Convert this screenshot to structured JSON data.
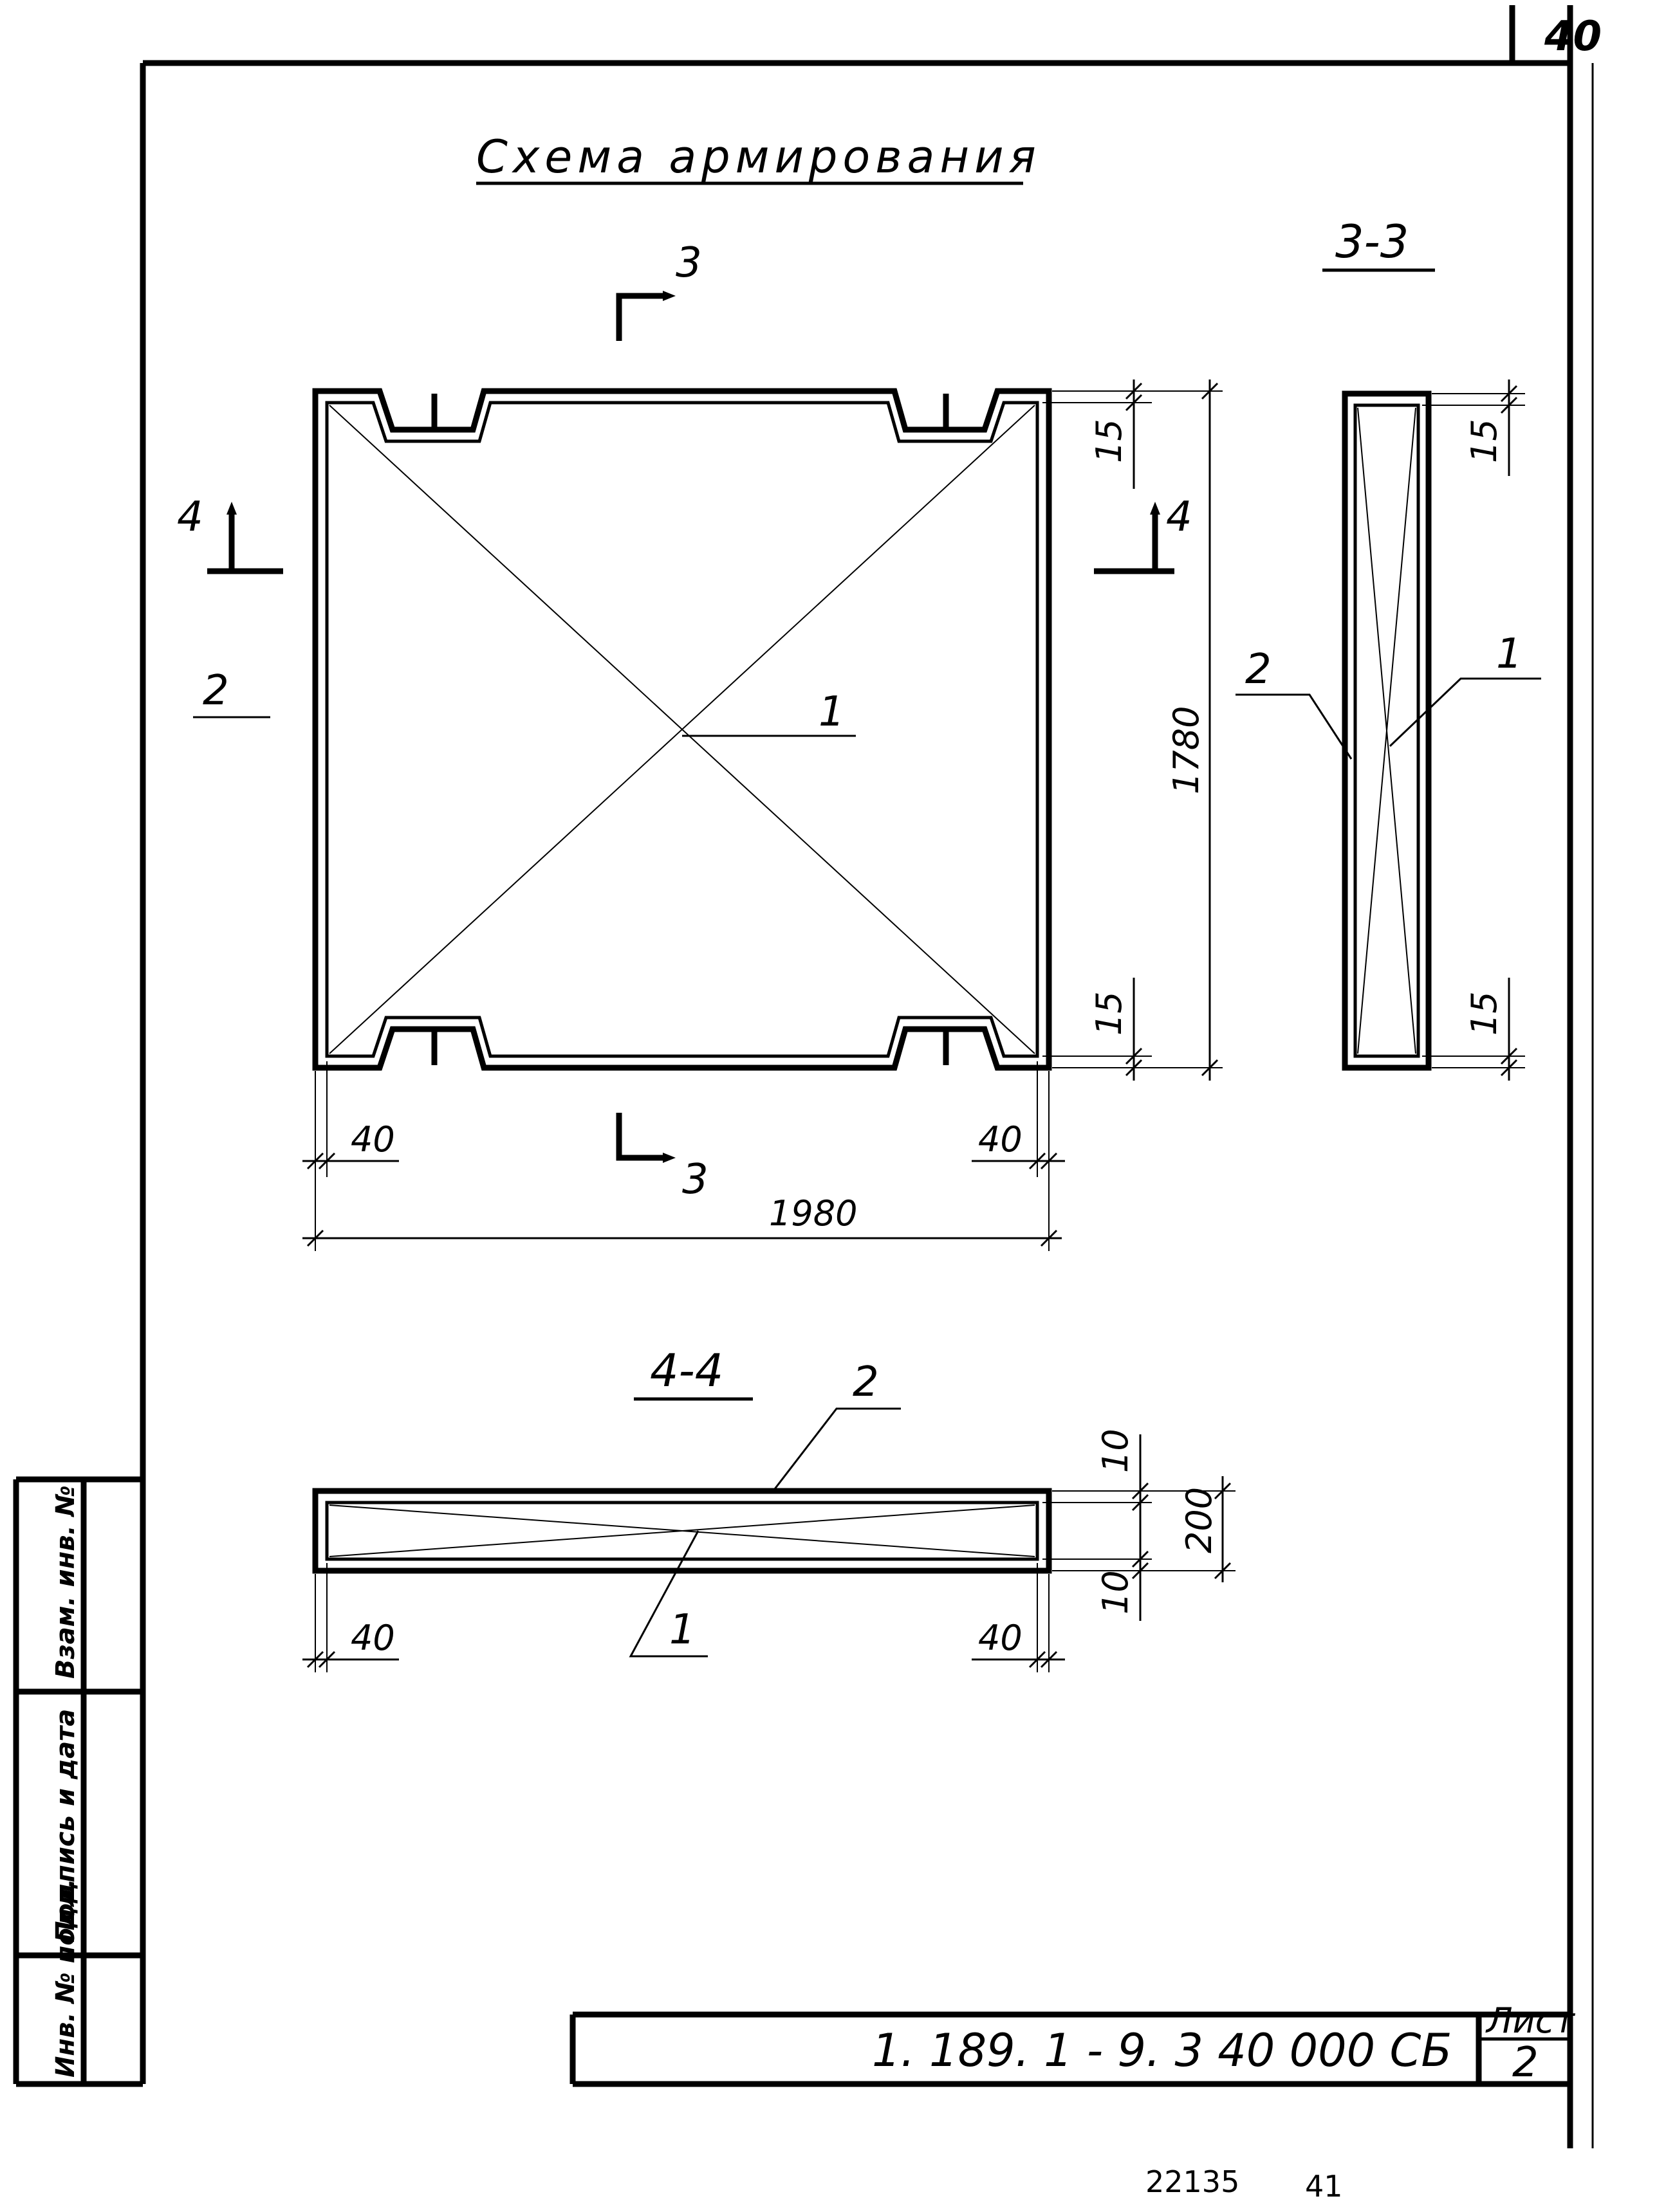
{
  "sheet_corner_number": "40",
  "title": "Схема армирования",
  "plan_view": {
    "section_3_top": "3",
    "section_3_bottom": "3",
    "section_4_left": "4",
    "section_4_right": "4",
    "label_2": "2",
    "label_1": "1",
    "dim_15_top": "15",
    "dim_15_bottom": "15",
    "dim_1780": "1780",
    "dim_40_left": "40",
    "dim_40_right": "40",
    "dim_1980": "1980"
  },
  "section_3_3": {
    "title": "3-3",
    "label_2": "2",
    "label_1": "1",
    "dim_15_top": "15",
    "dim_15_bottom": "15"
  },
  "section_4_4": {
    "title": "4-4",
    "label_2": "2",
    "label_1": "1",
    "dim_10_top": "10",
    "dim_10_bottom": "10",
    "dim_200": "200",
    "dim_40_left": "40",
    "dim_40_right": "40"
  },
  "title_block": {
    "designation": "1. 189. 1 - 9. 3   40 000 СБ",
    "sheet_label": "Лист",
    "sheet_number": "2"
  },
  "side_stamp": {
    "inv_original": "Инв. № подл.",
    "sign_date": "Подпись и дата",
    "replaces_inv": "Взам. инв. №"
  },
  "footer": {
    "code": "22135",
    "page": "41"
  }
}
